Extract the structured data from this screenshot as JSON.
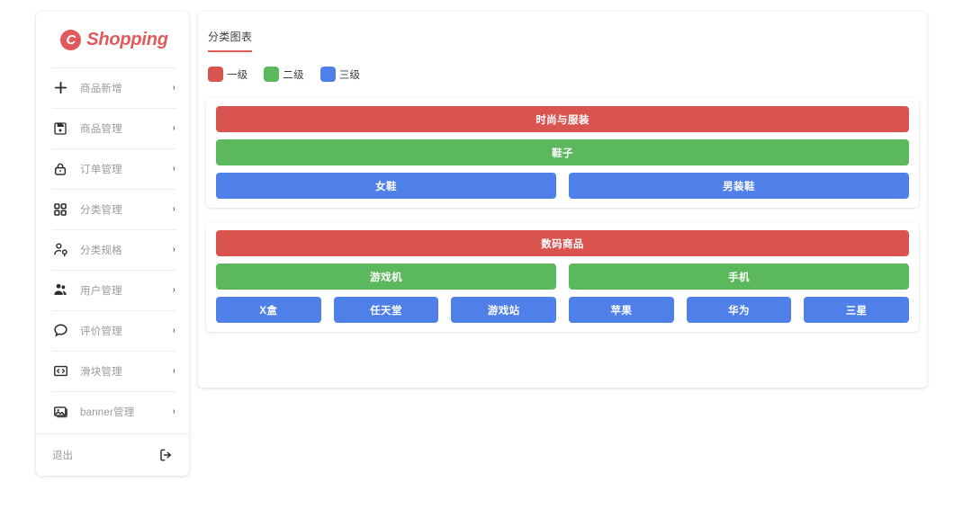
{
  "brand": {
    "mark": "C",
    "name": "Shopping",
    "color": "#e0595c"
  },
  "sidebar": {
    "items": [
      {
        "icon": "plus-icon",
        "label": "商品新增",
        "chevron": "›"
      },
      {
        "icon": "save-icon",
        "label": "商品管理",
        "chevron": "›"
      },
      {
        "icon": "lock-icon",
        "label": "订单管理",
        "chevron": "›"
      },
      {
        "icon": "grid-icon",
        "label": "分类管理",
        "chevron": "›"
      },
      {
        "icon": "user-pin-icon",
        "label": "分类规格",
        "chevron": "›"
      },
      {
        "icon": "users-icon",
        "label": "用户管理",
        "chevron": "›"
      },
      {
        "icon": "comment-icon",
        "label": "评价管理",
        "chevron": "›"
      },
      {
        "icon": "slider-icon",
        "label": "滑块管理",
        "chevron": "›"
      },
      {
        "icon": "image-icon",
        "label": "banner管理",
        "chevron": "›"
      }
    ],
    "logout": {
      "label": "退出",
      "icon": "logout-icon"
    }
  },
  "main": {
    "tabs": [
      {
        "label": "分类图表",
        "active": true
      }
    ],
    "legend": [
      {
        "label": "一级",
        "color": "#d9534f"
      },
      {
        "label": "二级",
        "color": "#5cb85c"
      },
      {
        "label": "三级",
        "color": "#4f80ea"
      }
    ]
  },
  "chart_data": {
    "type": "treemap-levels",
    "title": "分类图表",
    "legend": [
      "一级",
      "二级",
      "三级"
    ],
    "colors": {
      "level1": "#d9534f",
      "level2": "#5cb85c",
      "level3": "#4f80ea"
    },
    "groups": [
      {
        "level1": [
          {
            "label": "时尚与服装",
            "span": 6
          }
        ],
        "level2": [
          {
            "label": "鞋子",
            "span": 6
          }
        ],
        "level3": [
          {
            "label": "女鞋",
            "span": 3
          },
          {
            "label": "男装鞋",
            "span": 3
          }
        ]
      },
      {
        "level1": [
          {
            "label": "数码商品",
            "span": 6
          }
        ],
        "level2": [
          {
            "label": "游戏机",
            "span": 3
          },
          {
            "label": "手机",
            "span": 3
          }
        ],
        "level3": [
          {
            "label": "X盒",
            "span": 1
          },
          {
            "label": "任天堂",
            "span": 1
          },
          {
            "label": "游戏站",
            "span": 1
          },
          {
            "label": "苹果",
            "span": 1
          },
          {
            "label": "华为",
            "span": 1
          },
          {
            "label": "三星",
            "span": 1
          }
        ]
      }
    ]
  }
}
